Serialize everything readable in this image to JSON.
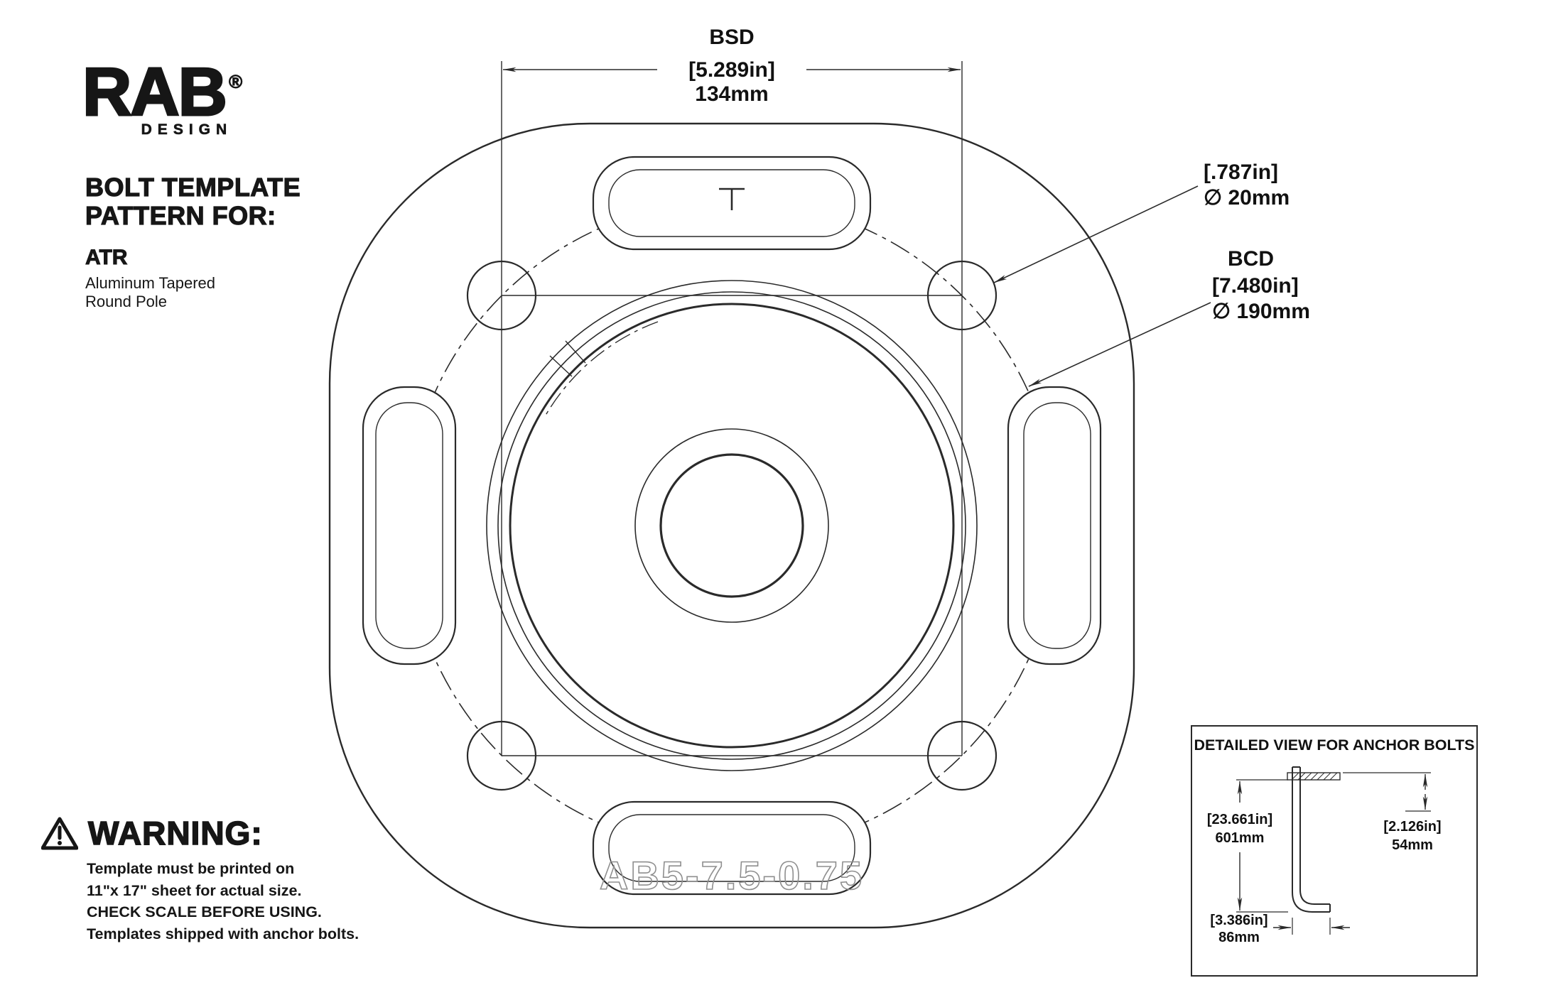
{
  "logo": {
    "brand": "RAB",
    "registered": "®",
    "subtitle": "DESIGN"
  },
  "header": {
    "title_line1": "BOLT TEMPLATE",
    "title_line2": "PATTERN FOR:",
    "product_code": "ATR",
    "product_name_line1": "Aluminum Tapered",
    "product_name_line2": "Round Pole"
  },
  "dimensions": {
    "bsd": {
      "label": "BSD",
      "inches": "[5.289in]",
      "mm": "134mm"
    },
    "bolt_hole_diameter": {
      "inches": "[.787in]",
      "mm": "∅ 20mm"
    },
    "bcd": {
      "label": "BCD",
      "inches": "[7.480in]",
      "mm": "∅ 190mm"
    }
  },
  "template_marking": "AB5-7.5-0.75",
  "warning": {
    "title": "WARNING:",
    "lines": [
      "Template must be printed on",
      "11\"x 17\" sheet for actual size.",
      "CHECK SCALE BEFORE USING.",
      "Templates shipped with anchor bolts."
    ]
  },
  "detail_view": {
    "title": "DETAILED VIEW FOR ANCHOR BOLTS",
    "anchor_length": {
      "inches": "[23.661in]",
      "mm": "601mm"
    },
    "top_projection": {
      "inches": "[2.126in]",
      "mm": "54mm"
    },
    "hook_length": {
      "inches": "[3.386in]",
      "mm": "86mm"
    }
  },
  "colors": {
    "line": "#2a2a2a",
    "engraving": "#8f8f8f"
  }
}
